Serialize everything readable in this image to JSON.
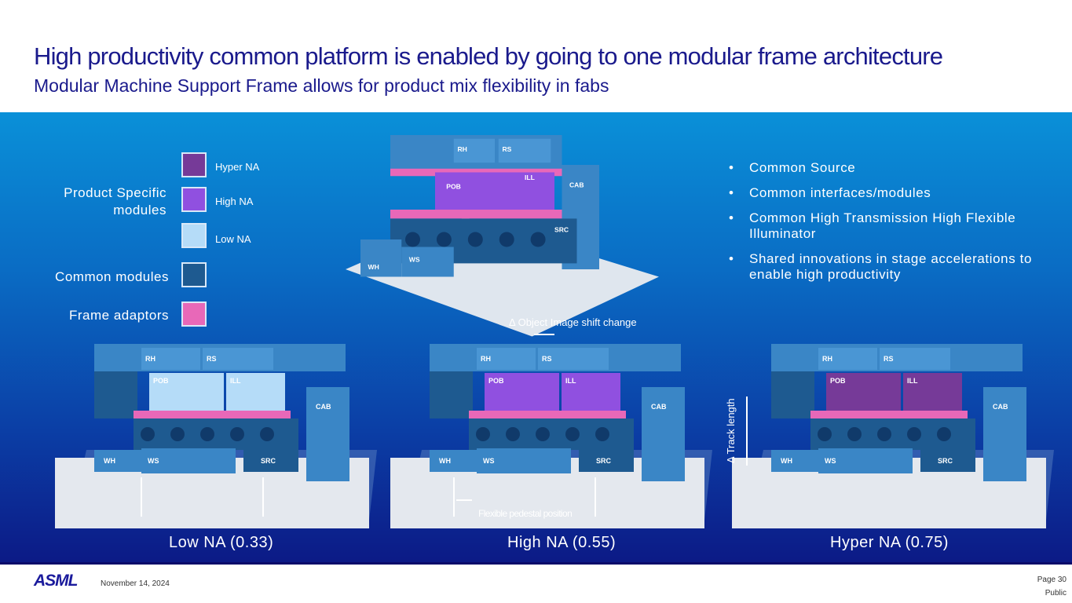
{
  "header": {
    "title": "High productivity common platform is enabled by going to one modular frame architecture",
    "subtitle": "Modular Machine Support Frame allows for product mix flexibility in fabs"
  },
  "legend": {
    "product_specific": "Product Specific modules",
    "common_modules": "Common modules",
    "frame_adaptors": "Frame adaptors",
    "items": [
      {
        "label": "Hyper NA",
        "color": "#763a98"
      },
      {
        "label": "High NA",
        "color": "#9050e0"
      },
      {
        "label": "Low NA",
        "color": "#b5dcf8"
      },
      {
        "label": "",
        "color": "#1e5a90"
      },
      {
        "label": "",
        "color": "#e868b8"
      }
    ]
  },
  "bullets": [
    "Common Source",
    "Common interfaces/modules",
    "Common High Transmission High Flexible Illuminator",
    "Shared innovations in stage accelerations to enable high productivity"
  ],
  "annotations": {
    "object_image_shift": "Δ Object Image shift change",
    "track_length": "Δ Track length",
    "flexible_pedestal": "Flexible pedestal position"
  },
  "machine_labels": {
    "rh": "RH",
    "rs": "RS",
    "pob": "POB",
    "ill": "ILL",
    "cab": "CAB",
    "wh": "WH",
    "ws": "WS",
    "src": "SRC"
  },
  "captions": {
    "low": "Low NA (0.33)",
    "high": "High NA (0.55)",
    "hyper": "Hyper NA (0.75)"
  },
  "colors": {
    "frame": "#3a86c6",
    "frame_dark": "#1e5a90",
    "adaptor": "#e868b8",
    "floor": "#e4e8ee"
  },
  "footer": {
    "logo": "ASML",
    "date": "November 14, 2024",
    "page": "Page 30",
    "classification": "Public"
  }
}
